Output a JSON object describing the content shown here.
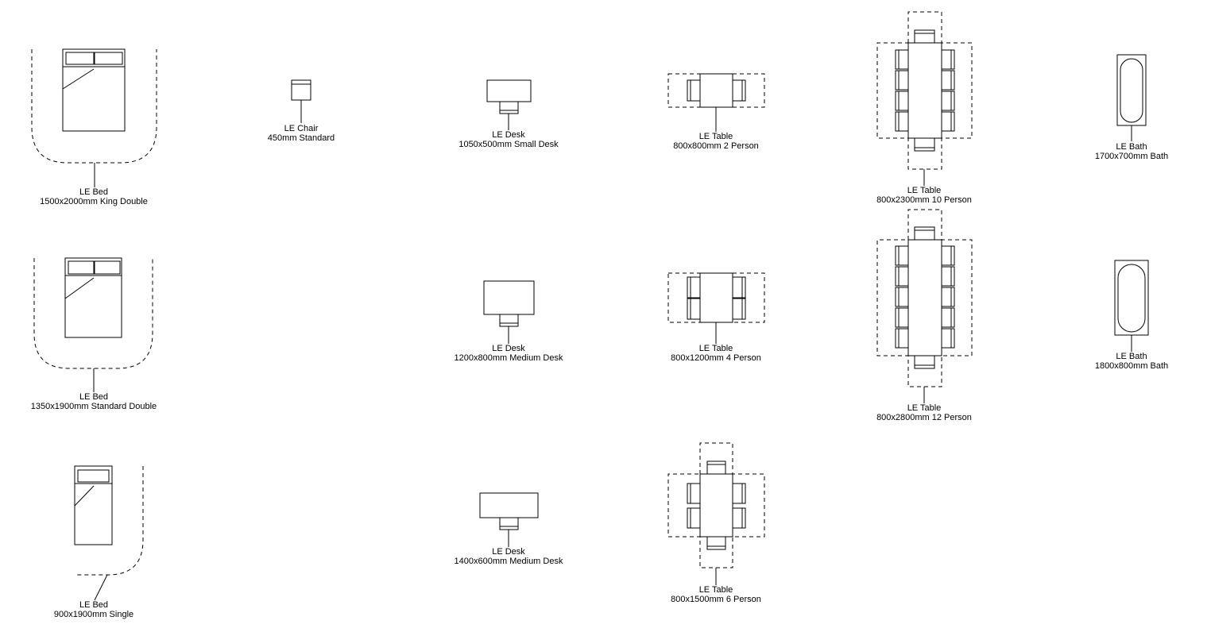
{
  "symbols": [
    {
      "id": "bed-king",
      "category": "LE Bed",
      "spec": "1500x2000mm King Double"
    },
    {
      "id": "bed-standard",
      "category": "LE Bed",
      "spec": "1350x1900mm Standard Double"
    },
    {
      "id": "bed-single",
      "category": "LE Bed",
      "spec": "900x1900mm Single"
    },
    {
      "id": "chair-standard",
      "category": "LE Chair",
      "spec": "450mm Standard"
    },
    {
      "id": "desk-small",
      "category": "LE Desk",
      "spec": "1050x500mm Small Desk"
    },
    {
      "id": "desk-medium-1200",
      "category": "LE Desk",
      "spec": "1200x800mm Medium Desk"
    },
    {
      "id": "desk-medium-1400",
      "category": "LE Desk",
      "spec": "1400x600mm Medium Desk"
    },
    {
      "id": "table-2",
      "category": "LE Table",
      "spec": "800x800mm 2 Person"
    },
    {
      "id": "table-4",
      "category": "LE Table",
      "spec": "800x1200mm 4 Person"
    },
    {
      "id": "table-6",
      "category": "LE Table",
      "spec": "800x1500mm 6 Person"
    },
    {
      "id": "table-10",
      "category": "LE Table",
      "spec": "800x2300mm 10 Person"
    },
    {
      "id": "table-12",
      "category": "LE Table",
      "spec": "800x2800mm 12 Person"
    },
    {
      "id": "bath-1700",
      "category": "LE Bath",
      "spec": "1700x700mm Bath"
    },
    {
      "id": "bath-1800",
      "category": "LE Bath",
      "spec": "1800x800mm Bath"
    }
  ]
}
